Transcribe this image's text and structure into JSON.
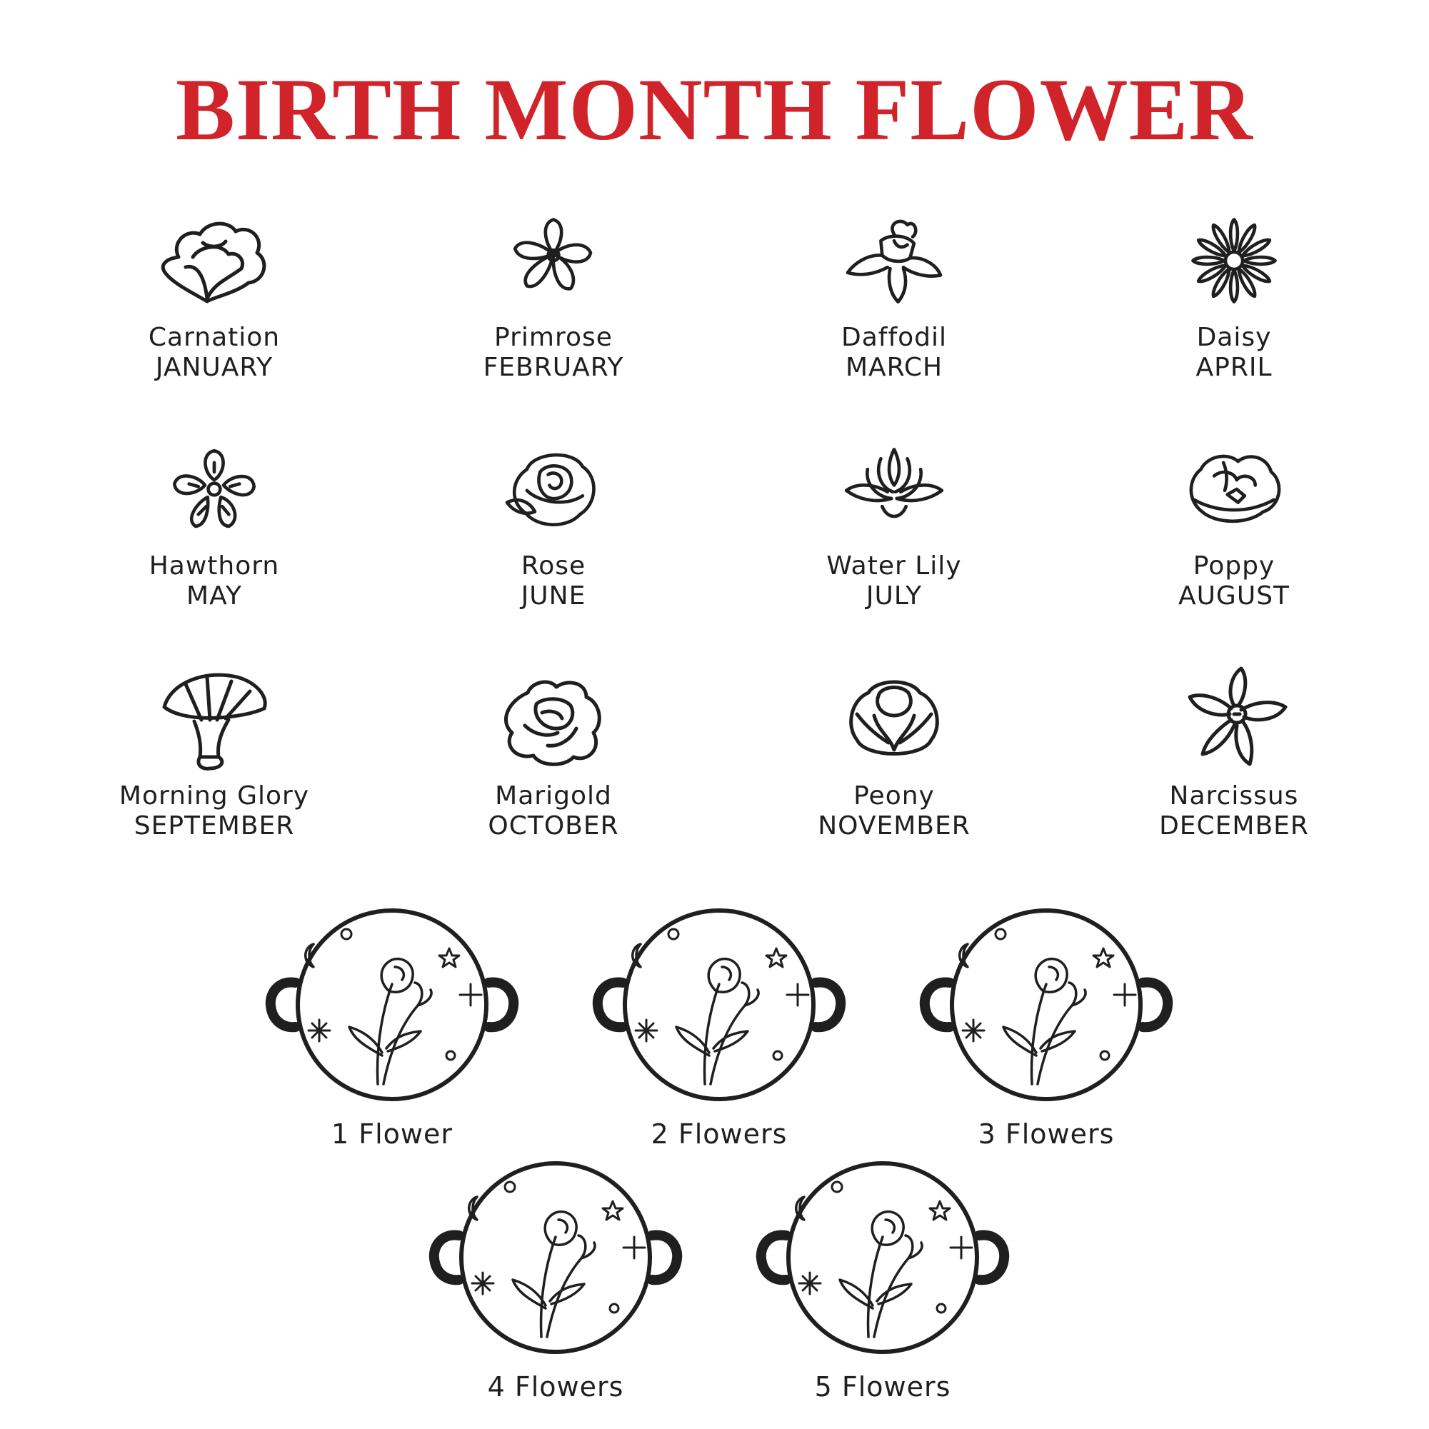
{
  "title": "BIRTH MONTH FLOWER",
  "colors": {
    "title": "#d1232a",
    "ink": "#1f1f1f",
    "background": "#ffffff"
  },
  "flowers": [
    {
      "name": "Carnation",
      "month": "JANUARY",
      "icon": "carnation-icon"
    },
    {
      "name": "Primrose",
      "month": "FEBRUARY",
      "icon": "primrose-icon"
    },
    {
      "name": "Daffodil",
      "month": "MARCH",
      "icon": "daffodil-icon"
    },
    {
      "name": "Daisy",
      "month": "APRIL",
      "icon": "daisy-icon"
    },
    {
      "name": "Hawthorn",
      "month": "MAY",
      "icon": "hawthorn-icon"
    },
    {
      "name": "Rose",
      "month": "JUNE",
      "icon": "rose-icon"
    },
    {
      "name": "Water Lily",
      "month": "JULY",
      "icon": "water-lily-icon"
    },
    {
      "name": "Poppy",
      "month": "AUGUST",
      "icon": "poppy-icon"
    },
    {
      "name": "Morning Glory",
      "month": "SEPTEMBER",
      "icon": "morning-glory-icon"
    },
    {
      "name": "Marigold",
      "month": "OCTOBER",
      "icon": "marigold-icon"
    },
    {
      "name": "Peony",
      "month": "NOVEMBER",
      "icon": "peony-icon"
    },
    {
      "name": "Narcissus",
      "month": "DECEMBER",
      "icon": "narcissus-icon"
    }
  ],
  "charms": [
    {
      "label": "1 Flower",
      "icon": "bouquet-charm-icon"
    },
    {
      "label": "2 Flowers",
      "icon": "bouquet-charm-icon"
    },
    {
      "label": "3 Flowers",
      "icon": "bouquet-charm-icon"
    },
    {
      "label": "4 Flowers",
      "icon": "bouquet-charm-icon"
    },
    {
      "label": "5 Flowers",
      "icon": "bouquet-charm-icon"
    }
  ]
}
